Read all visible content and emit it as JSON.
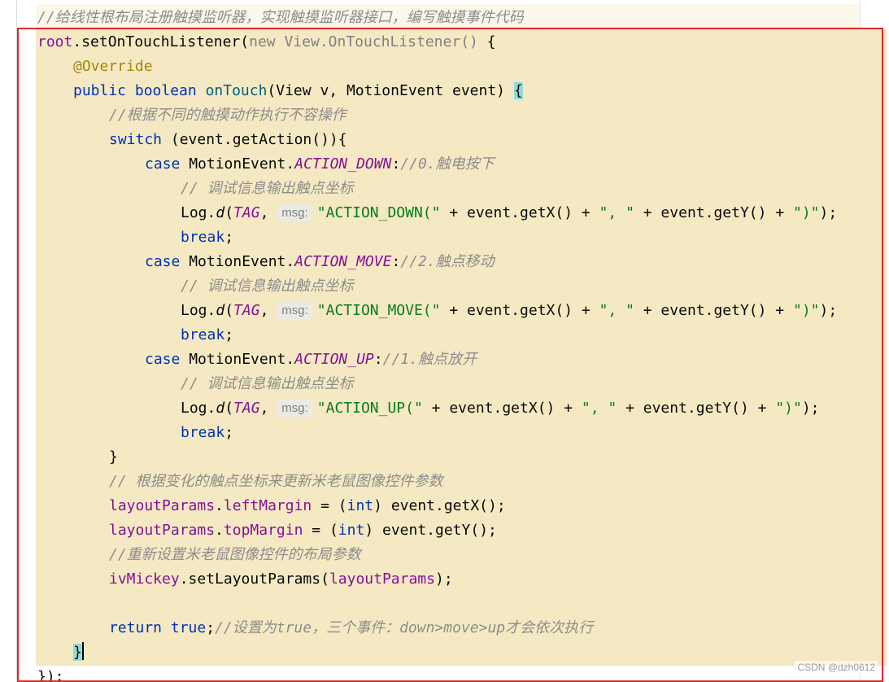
{
  "editor": {
    "lines": [
      {
        "indent": 0,
        "tokens": [
          {
            "t": "//给线性根布局注册触摸监听器，实现触摸监听器接口，编写触摸事件代码",
            "c": "cmt"
          }
        ]
      },
      {
        "indent": 0,
        "tokens": [
          {
            "t": "root",
            "c": "fld"
          },
          {
            "t": ".setOnTouchListener(",
            "c": ""
          },
          {
            "t": "new View.OnTouchListener()",
            "c": "gray"
          },
          {
            "t": " {",
            "c": ""
          }
        ]
      },
      {
        "indent": 1,
        "tokens": [
          {
            "t": "@Override",
            "c": "ann"
          }
        ]
      },
      {
        "indent": 1,
        "tokens": [
          {
            "t": "public boolean ",
            "c": "kw"
          },
          {
            "t": "onTouch",
            "c": "fn"
          },
          {
            "t": "(View v, MotionEvent event) ",
            "c": ""
          },
          {
            "t": "{",
            "c": "brace"
          }
        ]
      },
      {
        "indent": 2,
        "tokens": [
          {
            "t": "//根据不同的触摸动作执行不容操作",
            "c": "cmt"
          }
        ]
      },
      {
        "indent": 2,
        "tokens": [
          {
            "t": "switch",
            "c": "kw"
          },
          {
            "t": " (event.getAction()){",
            "c": ""
          }
        ]
      },
      {
        "indent": 3,
        "tokens": [
          {
            "t": "case ",
            "c": "kw"
          },
          {
            "t": "MotionEvent.",
            "c": ""
          },
          {
            "t": "ACTION_DOWN",
            "c": "cst"
          },
          {
            "t": ":",
            "c": ""
          },
          {
            "t": "//0.触电按下",
            "c": "cmt"
          }
        ]
      },
      {
        "indent": 4,
        "tokens": [
          {
            "t": "// 调试信息输出触点坐标",
            "c": "cmt"
          }
        ]
      },
      {
        "indent": 4,
        "tokens": [
          {
            "t": "Log.",
            "c": ""
          },
          {
            "t": "d",
            "c": "itl"
          },
          {
            "t": "(",
            "c": ""
          },
          {
            "t": "TAG",
            "c": "cst"
          },
          {
            "t": ", ",
            "c": ""
          },
          {
            "t": "msg:",
            "c": "hint"
          },
          {
            "t": "\"ACTION_DOWN(\"",
            "c": "str"
          },
          {
            "t": " + event.getX() + ",
            "c": ""
          },
          {
            "t": "\", \"",
            "c": "str"
          },
          {
            "t": " + event.getY() + ",
            "c": ""
          },
          {
            "t": "\")\"",
            "c": "str"
          },
          {
            "t": ");",
            "c": ""
          }
        ]
      },
      {
        "indent": 4,
        "tokens": [
          {
            "t": "break",
            "c": "kw"
          },
          {
            "t": ";",
            "c": ""
          }
        ]
      },
      {
        "indent": 3,
        "tokens": [
          {
            "t": "case ",
            "c": "kw"
          },
          {
            "t": "MotionEvent.",
            "c": ""
          },
          {
            "t": "ACTION_MOVE",
            "c": "cst"
          },
          {
            "t": ":",
            "c": ""
          },
          {
            "t": "//2.触点移动",
            "c": "cmt"
          }
        ]
      },
      {
        "indent": 4,
        "tokens": [
          {
            "t": "// 调试信息输出触点坐标",
            "c": "cmt"
          }
        ]
      },
      {
        "indent": 4,
        "tokens": [
          {
            "t": "Log.",
            "c": ""
          },
          {
            "t": "d",
            "c": "itl"
          },
          {
            "t": "(",
            "c": ""
          },
          {
            "t": "TAG",
            "c": "cst"
          },
          {
            "t": ", ",
            "c": ""
          },
          {
            "t": "msg:",
            "c": "hint"
          },
          {
            "t": "\"ACTION_MOVE(\"",
            "c": "str"
          },
          {
            "t": " + event.getX() + ",
            "c": ""
          },
          {
            "t": "\", \"",
            "c": "str"
          },
          {
            "t": " + event.getY() + ",
            "c": ""
          },
          {
            "t": "\")\"",
            "c": "str"
          },
          {
            "t": ");",
            "c": ""
          }
        ]
      },
      {
        "indent": 4,
        "tokens": [
          {
            "t": "break",
            "c": "kw"
          },
          {
            "t": ";",
            "c": ""
          }
        ]
      },
      {
        "indent": 3,
        "tokens": [
          {
            "t": "case ",
            "c": "kw"
          },
          {
            "t": "MotionEvent.",
            "c": ""
          },
          {
            "t": "ACTION_UP",
            "c": "cst"
          },
          {
            "t": ":",
            "c": ""
          },
          {
            "t": "//1.触点放开",
            "c": "cmt"
          }
        ]
      },
      {
        "indent": 4,
        "tokens": [
          {
            "t": "// 调试信息输出触点坐标",
            "c": "cmt"
          }
        ]
      },
      {
        "indent": 4,
        "tokens": [
          {
            "t": "Log.",
            "c": ""
          },
          {
            "t": "d",
            "c": "itl"
          },
          {
            "t": "(",
            "c": ""
          },
          {
            "t": "TAG",
            "c": "cst"
          },
          {
            "t": ", ",
            "c": ""
          },
          {
            "t": "msg:",
            "c": "hint"
          },
          {
            "t": "\"ACTION_UP(\"",
            "c": "str"
          },
          {
            "t": " + event.getX() + ",
            "c": ""
          },
          {
            "t": "\", \"",
            "c": "str"
          },
          {
            "t": " + event.getY() + ",
            "c": ""
          },
          {
            "t": "\")\"",
            "c": "str"
          },
          {
            "t": ");",
            "c": ""
          }
        ]
      },
      {
        "indent": 4,
        "tokens": [
          {
            "t": "break",
            "c": "kw"
          },
          {
            "t": ";",
            "c": ""
          }
        ]
      },
      {
        "indent": 2,
        "tokens": [
          {
            "t": "}",
            "c": ""
          }
        ]
      },
      {
        "indent": 2,
        "tokens": [
          {
            "t": "// 根据变化的触点坐标来更新米老鼠图像控件参数",
            "c": "cmt"
          }
        ]
      },
      {
        "indent": 2,
        "tokens": [
          {
            "t": "layoutParams",
            "c": "fld"
          },
          {
            "t": ".",
            "c": ""
          },
          {
            "t": "leftMargin",
            "c": "fld"
          },
          {
            "t": " = (",
            "c": ""
          },
          {
            "t": "int",
            "c": "kw"
          },
          {
            "t": ") event.getX();",
            "c": ""
          }
        ]
      },
      {
        "indent": 2,
        "tokens": [
          {
            "t": "layoutParams",
            "c": "fld"
          },
          {
            "t": ".",
            "c": ""
          },
          {
            "t": "topMargin",
            "c": "fld"
          },
          {
            "t": " = (",
            "c": ""
          },
          {
            "t": "int",
            "c": "kw"
          },
          {
            "t": ") event.getY();",
            "c": ""
          }
        ]
      },
      {
        "indent": 2,
        "tokens": [
          {
            "t": "//重新设置米老鼠图像控件的布局参数",
            "c": "cmt"
          }
        ]
      },
      {
        "indent": 2,
        "tokens": [
          {
            "t": "ivMickey",
            "c": "fld"
          },
          {
            "t": ".setLayoutParams(",
            "c": ""
          },
          {
            "t": "layoutParams",
            "c": "fld"
          },
          {
            "t": ");",
            "c": ""
          }
        ]
      },
      {
        "indent": 2,
        "tokens": []
      },
      {
        "indent": 2,
        "tokens": [
          {
            "t": "return true",
            "c": "kw"
          },
          {
            "t": ";",
            "c": ""
          },
          {
            "t": "//设置为true，三个事件：down>move>up才会依次执行",
            "c": "cmt"
          }
        ]
      },
      {
        "indent": 1,
        "tokens": [
          {
            "t": "}",
            "c": "brace"
          },
          {
            "t": "",
            "c": "caret"
          }
        ]
      },
      {
        "indent": 0,
        "tokens": [
          {
            "t": "});",
            "c": ""
          }
        ]
      }
    ]
  },
  "watermark": "CSDN @dzh0612",
  "colors": {
    "highlight": "#f5e9c4",
    "annotation_box": "#e0262c"
  }
}
